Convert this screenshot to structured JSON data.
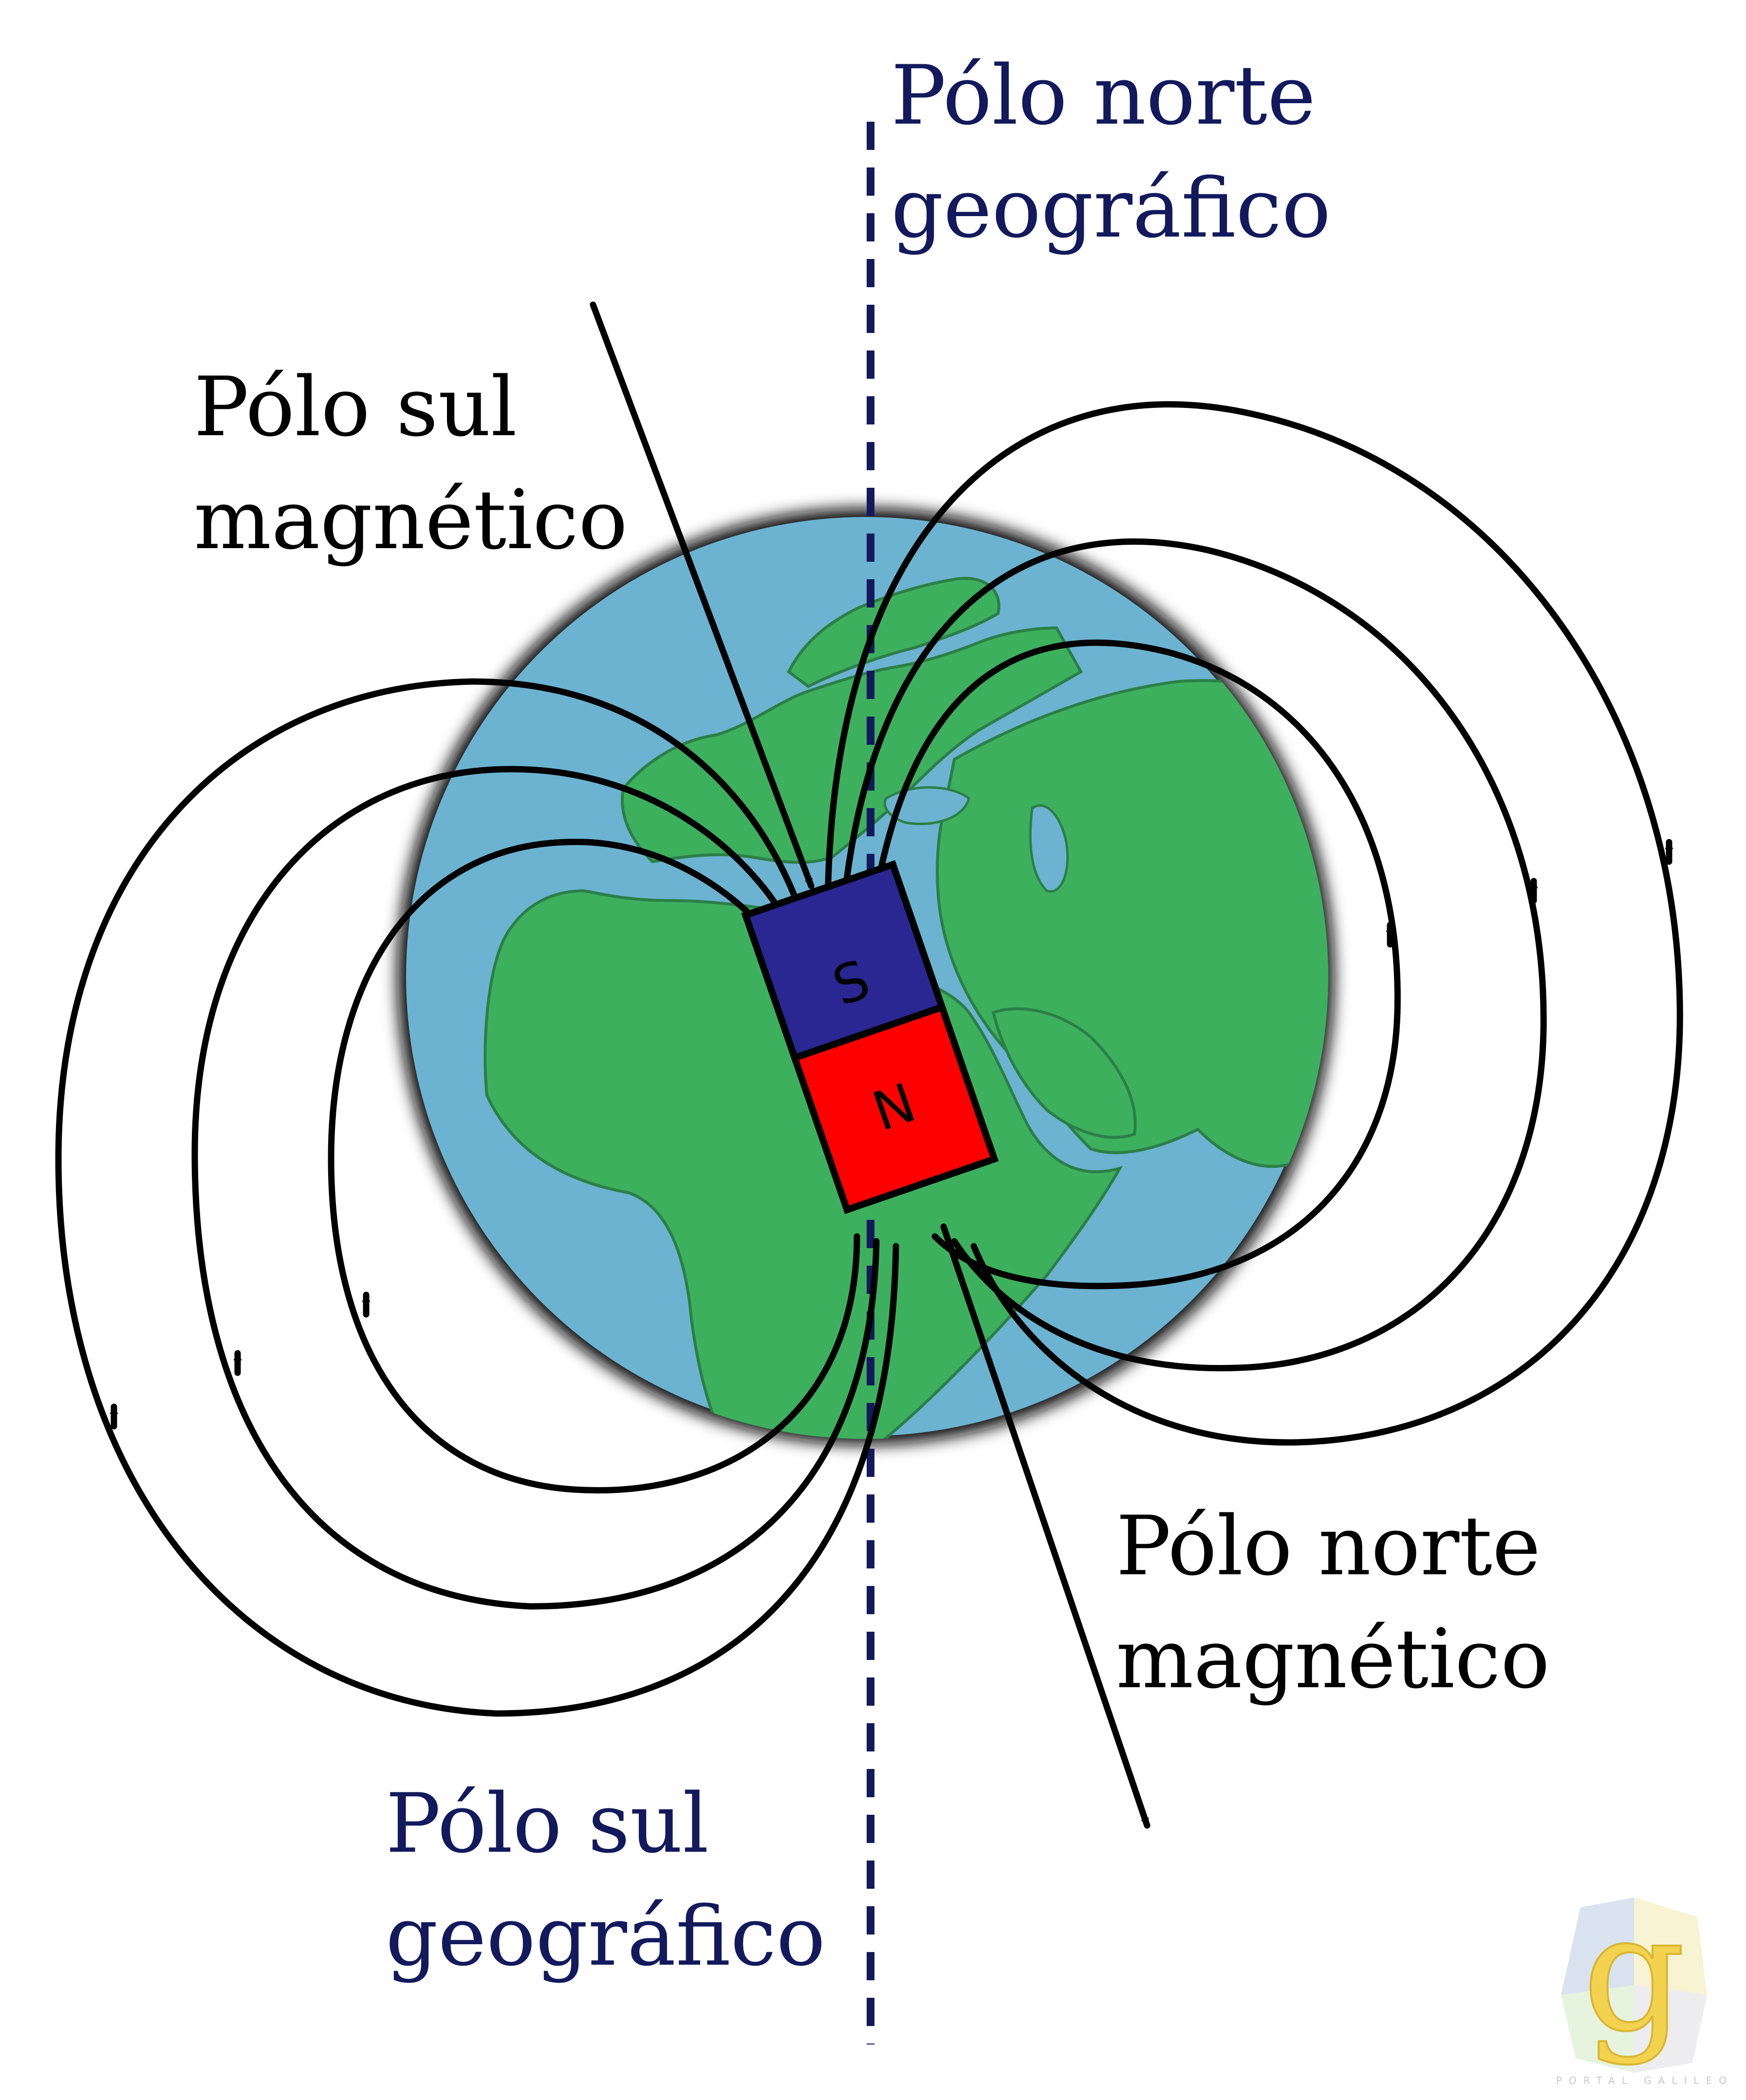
{
  "labels": {
    "geographic_north": [
      "Pólo norte",
      "geográfico"
    ],
    "magnetic_south": [
      "Pólo sul",
      "magnético"
    ],
    "magnetic_north": [
      "Pólo norte",
      "magnético"
    ],
    "geographic_south": [
      "Pólo sul",
      "geográfico"
    ]
  },
  "magnet": {
    "top_pole": "S",
    "bottom_pole": "N"
  },
  "watermark": {
    "letter": "g",
    "text": "PORTAL GALILEO"
  },
  "colors": {
    "ocean": "#6bb3d0",
    "land": "#3db05e",
    "south_pole": "#2a2793",
    "north_pole": "#ff0000",
    "geographic_text": "#12195c",
    "field_lines": "#000000",
    "axis": "#12195c"
  }
}
